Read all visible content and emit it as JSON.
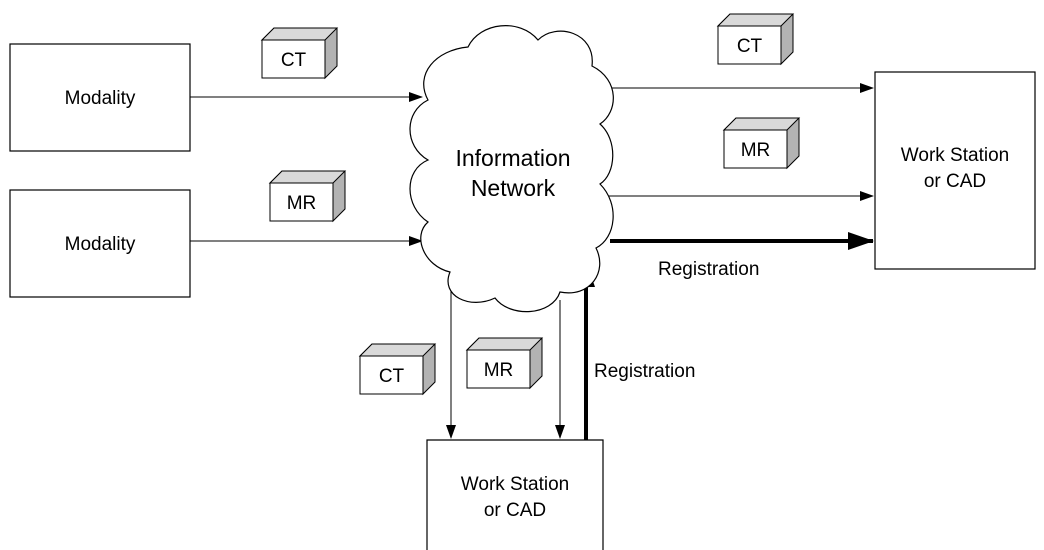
{
  "colors": {
    "stroke": "#000000",
    "background": "#ffffff",
    "cube_side": "#b3b3b3",
    "cube_face": "#ffffff"
  },
  "modality_1": {
    "label": "Modality"
  },
  "modality_2": {
    "label": "Modality"
  },
  "network": {
    "line1": "Information",
    "line2": "Network"
  },
  "workstation_right": {
    "line1": "Work Station",
    "line2": "or CAD"
  },
  "workstation_bottom": {
    "line1": "Work Station",
    "line2": "or CAD"
  },
  "cubes": {
    "ct_left": "CT",
    "mr_left": "MR",
    "ct_right": "CT",
    "mr_right": "MR",
    "ct_bottom": "CT",
    "mr_bottom": "MR"
  },
  "labels": {
    "registration_right": "Registration",
    "registration_bottom": "Registration"
  }
}
